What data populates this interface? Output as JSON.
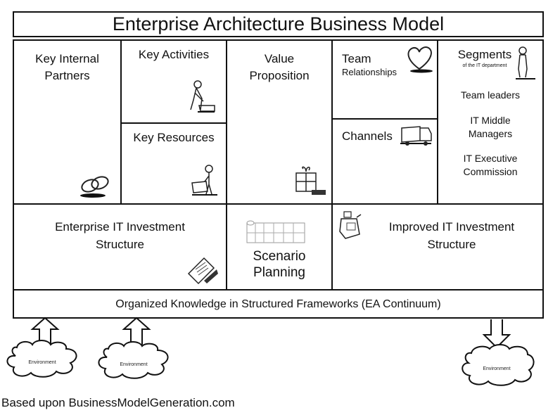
{
  "title": "Enterprise Architecture Business Model",
  "cells": {
    "key_internal_partners": "Key Internal\nPartners",
    "key_internal_partners_l1": "Key Internal",
    "key_internal_partners_l2": "Partners",
    "key_activities": "Key Activities",
    "key_resources": "Key Resources",
    "value_proposition_l1": "Value",
    "value_proposition_l2": "Proposition",
    "team": "Team",
    "team_sub": "Relationships",
    "channels": "Channels",
    "segments": "Segments",
    "segments_sub": "of the IT department",
    "segment_items": [
      "Team leaders",
      "IT Middle\nManagers",
      "IT Executive\nCommission"
    ],
    "segment_item_1": "Team leaders",
    "segment_item_2_l1": "IT Middle",
    "segment_item_2_l2": "Managers",
    "segment_item_3_l1": "IT Executive",
    "segment_item_3_l2": "Commission",
    "cost_structure_l1": "Enterprise IT Investment",
    "cost_structure_l2": "Structure",
    "scenario_l1": "Scenario",
    "scenario_l2": "Planning",
    "revenue_l1": "Improved IT Investment",
    "revenue_l2": "Structure"
  },
  "foundation": "Organized Knowledge in Structured Frameworks (EA Continuum)",
  "environments": [
    "Environment",
    "Environment",
    "Environment"
  ],
  "icons": {
    "partners": "chain-links-icon",
    "activities": "person-working-icon",
    "resources": "person-with-cart-icon",
    "value": "gift-box-icon",
    "relationships": "heart-icon",
    "channels": "truck-icon",
    "segments": "standing-person-icon",
    "cost": "documents-icon",
    "scenario": "scroll-grid-icon",
    "revenue": "cash-register-icon"
  },
  "footer": "Based upon BusinessModelGeneration.com"
}
